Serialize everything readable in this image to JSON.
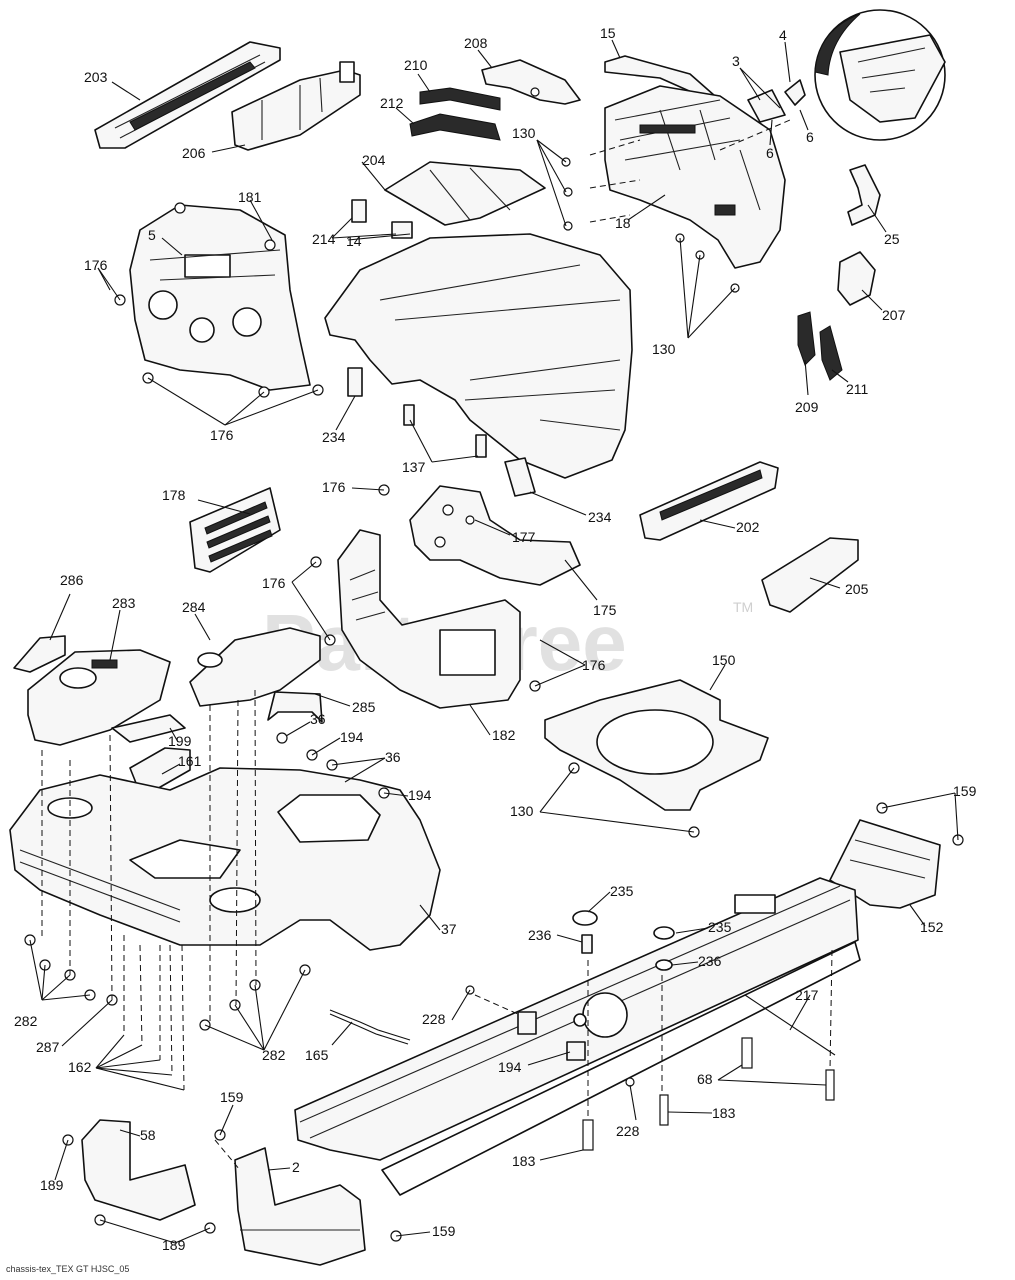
{
  "watermark": {
    "text": "PartsTree",
    "trademark": "TM"
  },
  "footer": {
    "text": "chassis-tex_TEX GT HJSC_05"
  },
  "callouts": [
    "203",
    "206",
    "210",
    "212",
    "208",
    "15",
    "3",
    "4",
    "6",
    "6",
    "130",
    "204",
    "181",
    "5",
    "176",
    "214",
    "14",
    "18",
    "25",
    "207",
    "130",
    "209",
    "211",
    "176",
    "234",
    "137",
    "234",
    "178",
    "176",
    "177",
    "202",
    "175",
    "205",
    "176",
    "286",
    "283",
    "284",
    "176",
    "285",
    "150",
    "182",
    "36",
    "194",
    "36",
    "199",
    "161",
    "194",
    "130",
    "159",
    "37",
    "152",
    "235",
    "236",
    "235",
    "236",
    "217",
    "282",
    "228",
    "287",
    "282",
    "165",
    "194",
    "162",
    "68",
    "183",
    "228",
    "159",
    "58",
    "2",
    "183",
    "189",
    "189",
    "159"
  ]
}
